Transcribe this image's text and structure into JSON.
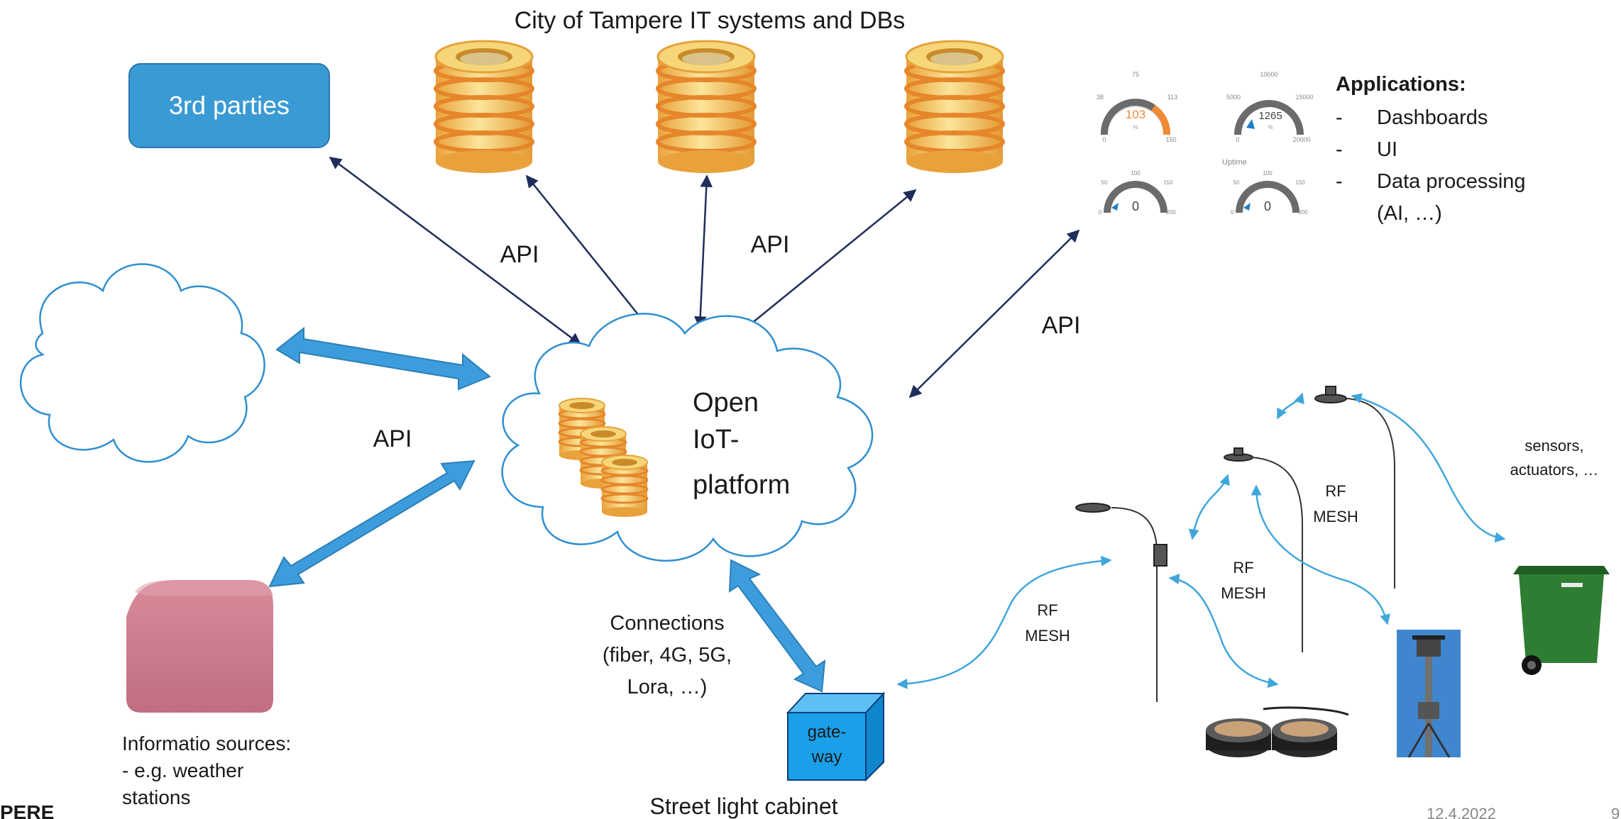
{
  "diagram": {
    "title": "City of Tampere IT systems and DBs",
    "third_parties": "3rd parties",
    "platform": [
      "Open",
      "IoT-",
      "platform"
    ],
    "api_labels": [
      "API",
      "API",
      "API",
      "API"
    ],
    "applications": {
      "heading": "Applications:",
      "items": [
        {
          "dash": "-",
          "text": "Dashboards"
        },
        {
          "dash": "-",
          "text": "UI"
        },
        {
          "dash": "-",
          "text": "Data processing"
        },
        {
          "dash": "",
          "text": "(AI, …)"
        }
      ]
    },
    "gauges": {
      "g1": {
        "value": "103",
        "unit": "%",
        "min": "0",
        "max": "150",
        "t1": "38",
        "t2": "75",
        "t3": "113"
      },
      "g2": {
        "value": "1265",
        "unit": "%",
        "min": "0",
        "max": "20000",
        "t1": "5000",
        "t2": "10000",
        "t3": "15000"
      },
      "uptime": "Uptime",
      "g3": {
        "value": "0",
        "min": "0",
        "max": "200",
        "t1": "50",
        "t2": "100",
        "t3": "150"
      },
      "g4": {
        "value": "0",
        "min": "0",
        "max": "200",
        "t1": "50",
        "t2": "100",
        "t3": "150"
      }
    },
    "info_sources": [
      "Informatio sources:",
      "- e.g. weather",
      "stations"
    ],
    "connections": [
      "Connections",
      "(fiber, 4G, 5G,",
      "Lora, …)"
    ],
    "gateway": [
      "gate-",
      "way"
    ],
    "street_light_cabinet": "Street light cabinet",
    "rf_mesh": {
      "line1": "RF",
      "line2": "MESH"
    },
    "sensors": [
      "sensors,",
      "actuators, …"
    ],
    "footer": {
      "logo": "PERE",
      "date": "12.4.2022",
      "page": "9"
    },
    "colors": {
      "third_party_box": "#3a9ad4",
      "db_gold": "#f2c94c",
      "db_stripe": "#e6862b",
      "thick_arrow": "#3d9ddc",
      "thin_arrow": "#1f2d5c",
      "mesh_arrow": "#3fa6dc",
      "gauge_orange": "#f08a34",
      "weather_box": "#c97585",
      "gateway_cube": "#1aa0e8",
      "bin_green": "#2e7d32"
    }
  }
}
